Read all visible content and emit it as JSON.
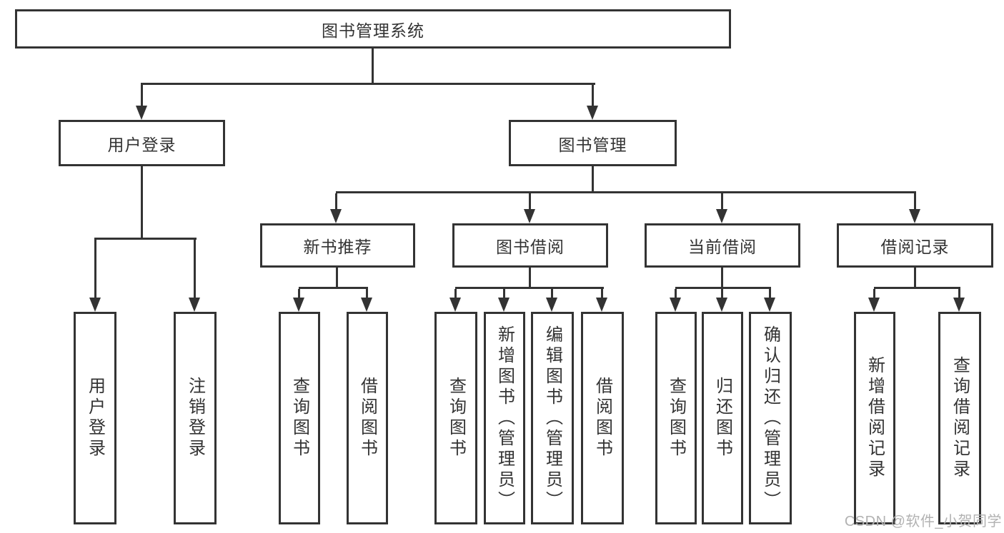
{
  "colors": {
    "line": "#333333",
    "text": "#333333",
    "box_background": "#ffffff",
    "page_background": "#ffffff",
    "watermark": "#b2b2b2"
  },
  "tree": {
    "root": {
      "label": "图书管理系统"
    },
    "branches": [
      {
        "label": "用户登录",
        "leaves": [
          {
            "label": "用户登录"
          },
          {
            "label": "注销登录"
          }
        ]
      },
      {
        "label": "图书管理",
        "groups": [
          {
            "label": "新书推荐",
            "leaves": [
              {
                "label": "查询图书"
              },
              {
                "label": "借阅图书"
              }
            ]
          },
          {
            "label": "图书借阅",
            "leaves": [
              {
                "label": "查询图书"
              },
              {
                "label": "新增图书（管理员）"
              },
              {
                "label": "编辑图书（管理员）"
              },
              {
                "label": "借阅图书"
              }
            ]
          },
          {
            "label": "当前借阅",
            "leaves": [
              {
                "label": "查询图书"
              },
              {
                "label": "归还图书"
              },
              {
                "label": "确认归还（管理员）"
              }
            ]
          },
          {
            "label": "借阅记录",
            "leaves": [
              {
                "label": "新增借阅记录"
              },
              {
                "label": "查询借阅记录"
              }
            ]
          }
        ]
      }
    ]
  },
  "watermark": {
    "text": "CSDN @软件_小贺同学"
  }
}
